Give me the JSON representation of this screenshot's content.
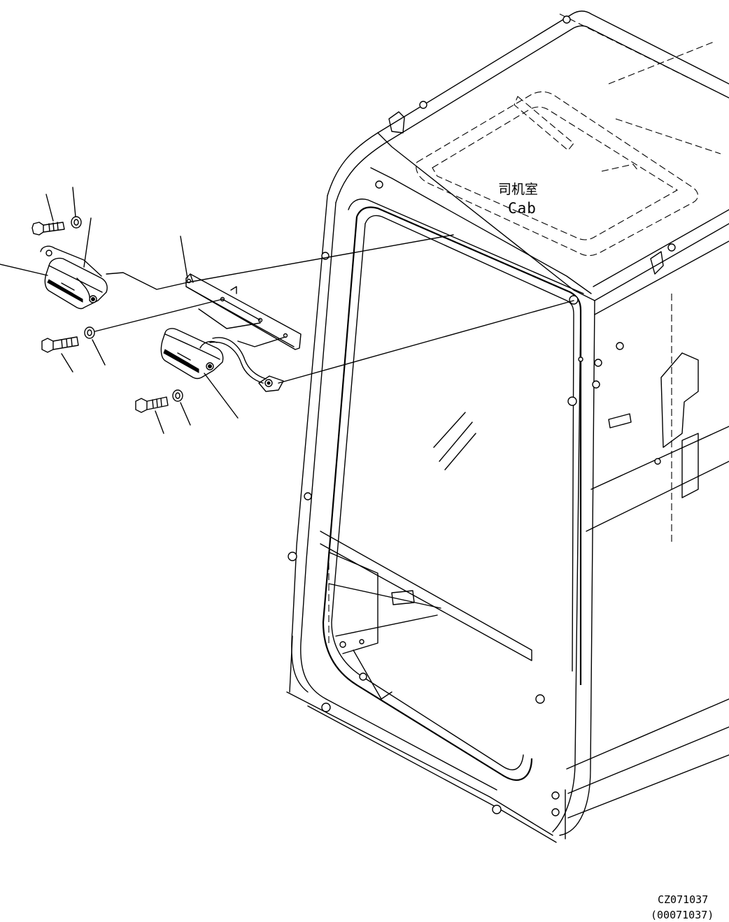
{
  "labels": {
    "cab_cn": "司机室",
    "cab_en": "Cab",
    "figure_code": "CZ071037",
    "figure_ref": "(00071037)"
  }
}
